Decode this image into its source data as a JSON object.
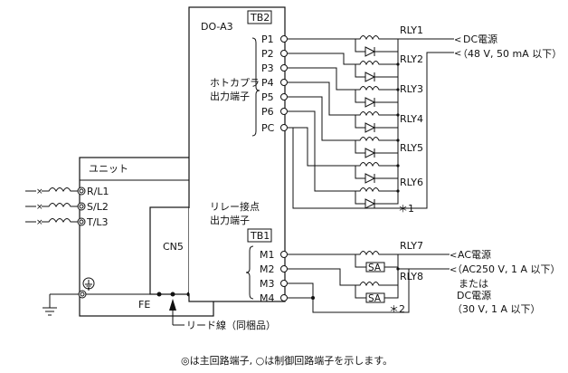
{
  "unit": {
    "title": "ユニット",
    "terminals": [
      "R/L1",
      "S/L2",
      "T/L3"
    ],
    "fe": "FE",
    "cn5": "CN5"
  },
  "option": {
    "model": "DO-A3",
    "tb2": "TB2",
    "tb1": "TB1",
    "photocoupler_label": [
      "ホトカプラ",
      "出力端子"
    ],
    "relay_contact_label": [
      "リレー接点",
      "出力端子"
    ]
  },
  "tb2_terminals": [
    "P1",
    "P2",
    "P3",
    "P4",
    "P5",
    "P6",
    "PC"
  ],
  "tb1_terminals": [
    "M1",
    "M2",
    "M3",
    "M4"
  ],
  "relays": [
    "RLY1",
    "RLY2",
    "RLY3",
    "RLY4",
    "RLY5",
    "RLY6",
    "RLY7",
    "RLY8"
  ],
  "sa": "SA",
  "dc_supply": {
    "line1": "DC電源",
    "line2": "（48 V,  50 mA 以下）"
  },
  "ac_supply": {
    "line1": "AC電源",
    "line2": "（AC250 V,  1 A 以下）",
    "line3": "または",
    "line4": "DC電源",
    "line5": "（30 V,  1 A 以下）"
  },
  "notes": {
    "n1": "＊1",
    "n2": "＊2"
  },
  "lead_wire": "リード線（同梱品）",
  "legend": "◎は主回路端子, ○は制御回路端子を示します。"
}
